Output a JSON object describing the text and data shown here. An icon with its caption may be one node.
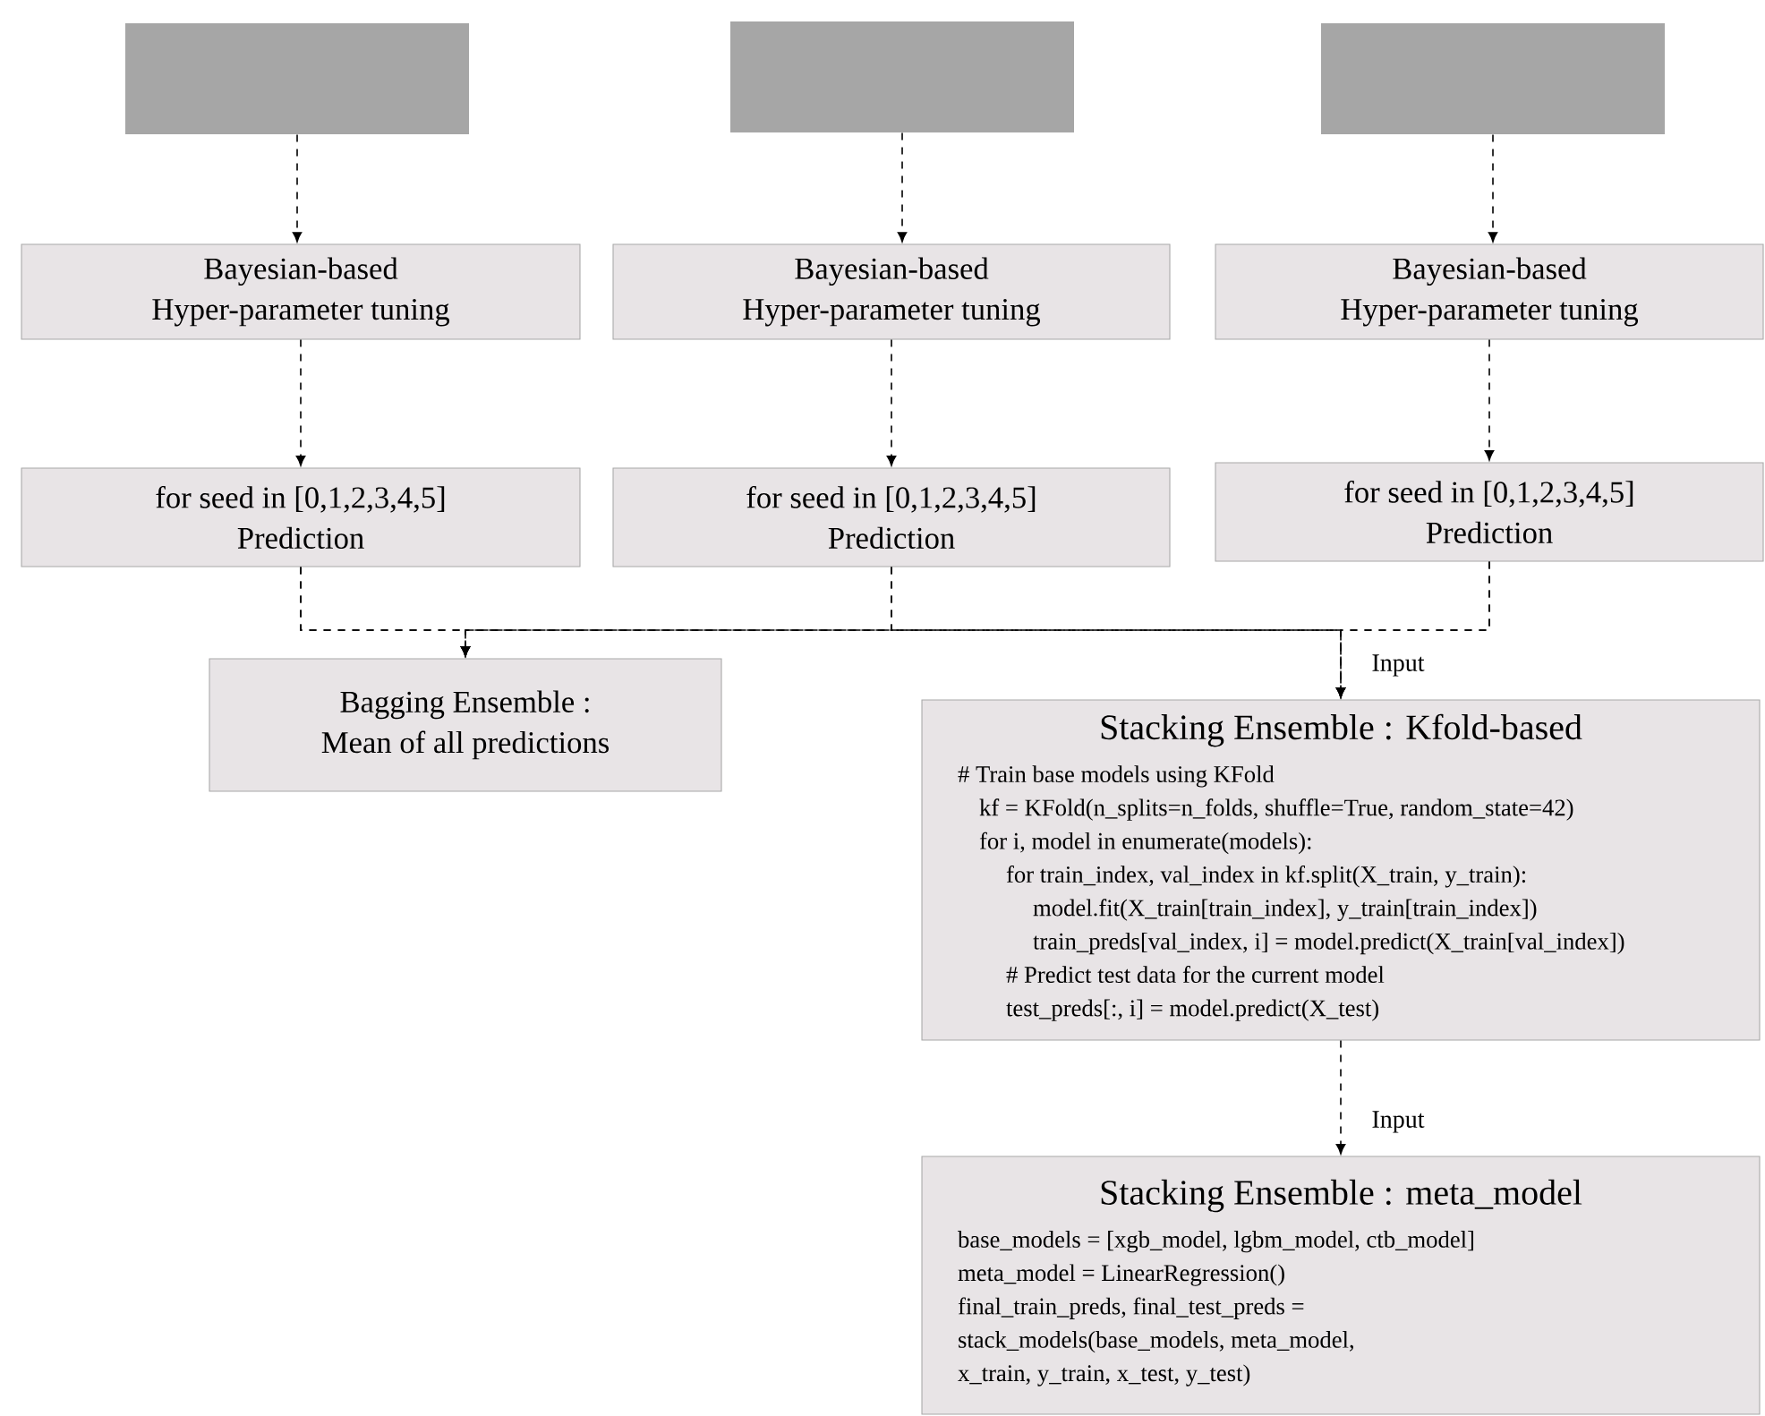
{
  "diagram": {
    "nodes": [
      {
        "text": [],
        "shape": "box"
      },
      {
        "text": [],
        "shape": "box"
      },
      {
        "text": [],
        "shape": "box"
      },
      {
        "text": [
          "Bayesian-based Hyper-parameter tuning"
        ]
      },
      {
        "text": [
          "Bayesian-based Hyper-parameter tuning"
        ]
      },
      {
        "text": [
          "Bayesian-based Hyper-parameter tuning"
        ]
      },
      {
        "text": [
          "for seed in [0,1,2,3,4,5] Prediction"
        ]
      },
      {
        "text": [
          "for seed in [0,1,2,3,4,5] Prediction"
        ]
      },
      {
        "text": [
          "for seed in [0,1,2,3,4,5] Prediction"
        ]
      },
      {
        "text": [
          "Bagging Ensemble : Mean of all predictions"
        ]
      },
      {
        "text": [
          "Stacking Ensemble : Kfold-based",
          "# Train base models using KFold",
          "kf = KFold(n_splits=n_folds, shuffle=True, random_state=42)",
          "for i, model in enumerate(models):",
          "for train_index, val_index in kf.split(X_train, y_train):",
          "model.fit(X_train[train_index], y_train[train_index])",
          "train_preds[val_index, i] = model.predict(X_train[val_index])",
          "# Predict test data for the current model",
          "test_preds[:, i] = model.predict(X_test)"
        ]
      },
      {
        "text": [
          "Stacking Ensemble : meta_model",
          "base_models = [xgb_model, lgbm_model, ctb_model]",
          "meta_model = LinearRegression()",
          "final_train_preds, final_test_preds = stack_models(base_models, meta_model, x_train, y_train, x_test, y_test)"
        ]
      }
    ],
    "edges": [
      {
        "from": 0,
        "to": 3,
        "arrow": "to",
        "style": "dashed"
      },
      {
        "from": 1,
        "to": 4,
        "arrow": "to",
        "style": "dashed"
      },
      {
        "from": 2,
        "to": 5,
        "arrow": "to",
        "style": "dashed"
      },
      {
        "from": 3,
        "to": 6,
        "arrow": "to",
        "style": "dashed"
      },
      {
        "from": 4,
        "to": 7,
        "arrow": "to",
        "style": "dashed"
      },
      {
        "from": 5,
        "to": 8,
        "arrow": "to",
        "style": "dashed"
      },
      {
        "from": 6,
        "to": 9,
        "arrow": "to",
        "style": "dashed"
      },
      {
        "from": 7,
        "to": 9,
        "arrow": "to",
        "style": "dashed"
      },
      {
        "from": 8,
        "to": 9,
        "arrow": "to",
        "style": "dashed"
      },
      {
        "from": 6,
        "to": 10,
        "arrow": "to",
        "style": "dashed"
      },
      {
        "from": 7,
        "to": 10,
        "arrow": "to",
        "style": "dashed"
      },
      {
        "from": 8,
        "to": 10,
        "arrow": "to",
        "style": "dashed",
        "label": "Input"
      },
      {
        "from": 10,
        "to": 11,
        "arrow": "to",
        "style": "dashed",
        "label": "Input"
      }
    ]
  }
}
